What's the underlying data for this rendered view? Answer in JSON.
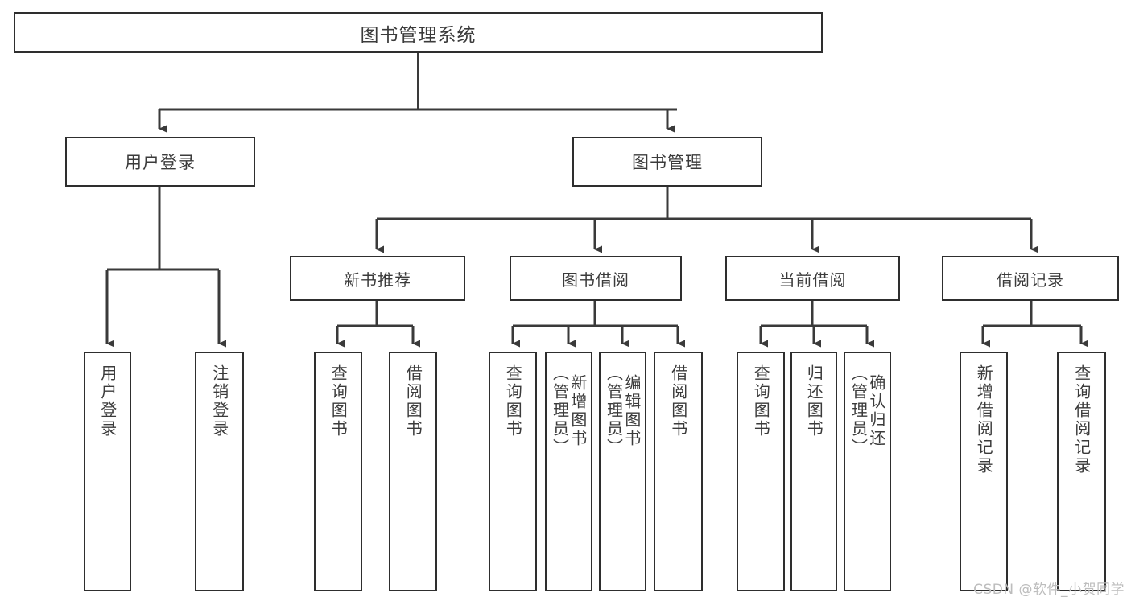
{
  "diagram": {
    "title": "图书管理系统",
    "type": "tree-structure-chart",
    "colors": {
      "box_border": "#2e2e2e",
      "box_fill": "#ffffff",
      "connector": "#3a3a3a",
      "text": "#3b3b3b",
      "watermark": "#bdbdbd"
    },
    "root": {
      "label": "图书管理系统"
    },
    "level2": [
      {
        "label": "用户登录"
      },
      {
        "label": "图书管理"
      }
    ],
    "level3": [
      {
        "label": "新书推荐"
      },
      {
        "label": "图书借阅"
      },
      {
        "label": "当前借阅"
      },
      {
        "label": "借阅记录"
      }
    ],
    "leaves": {
      "user_login": [
        {
          "label": "用户登录"
        },
        {
          "label": "注销登录"
        }
      ],
      "new_book_recommend": [
        {
          "label": "查询图书"
        },
        {
          "label": "借阅图书"
        }
      ],
      "book_borrow": [
        {
          "label": "查询图书"
        },
        {
          "label": "新增图书\n（管理员）"
        },
        {
          "label": "编辑图书\n（管理员）"
        },
        {
          "label": "借阅图书"
        }
      ],
      "current_borrow": [
        {
          "label": "查询图书"
        },
        {
          "label": "归还图书"
        },
        {
          "label": "确认归还\n（管理员）"
        }
      ],
      "borrow_record": [
        {
          "label": "新增借阅记录"
        },
        {
          "label": "查询借阅记录"
        }
      ]
    }
  },
  "watermark": {
    "text": "CSDN @软件_小贺同学"
  }
}
